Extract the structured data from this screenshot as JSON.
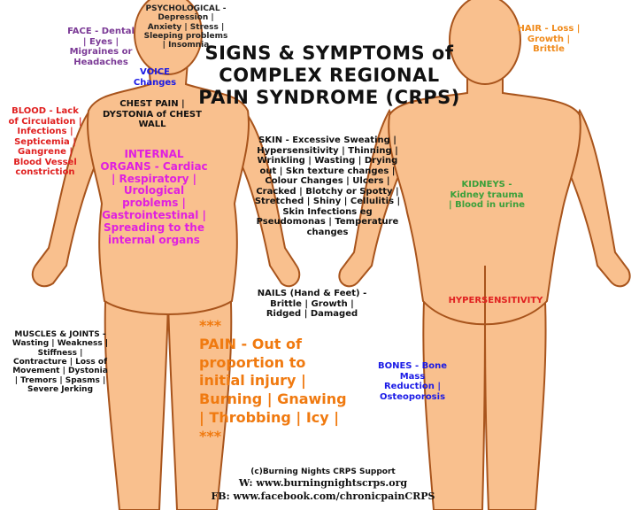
{
  "title": [
    "SIGNS & SYMPTOMS of",
    "COMPLEX REGIONAL",
    "PAIN SYNDROME (CRPS)"
  ],
  "labels": {
    "psychological": "PSYCHOLOGICAL - Depression | Anxiety | Stress | Sleeping problems | Insomnia",
    "face": "FACE - Dental | Eyes | Migraines or Headaches",
    "voice": "VOICE Changes",
    "blood": "BLOOD - Lack of Circulation | Infections | Septicemia | Gangrene | Blood Vessel constriction",
    "chest": "CHEST PAIN | DYSTONIA of CHEST WALL",
    "internal": "INTERNAL ORGANS - Cardiac | Respiratory | Urological problems | Gastrointestinal | Spreading to the internal organs",
    "skin": "SKIN - Excessive Sweating | Hypersensitivity | Thinning | Wrinkling | Wasting | Drying out | Skn texture changes | Colour Changes | Ulcers | Cracked | Blotchy or Spotty | Stretched | Shiny | Cellulitis | Skin Infections eg Pseudomonas | Temperature changes",
    "hair": "HAIR - Loss | Growth | Brittle",
    "kidneys": "KIDNEYS - Kidney trauma | Blood in urine",
    "nails": "NAILS (Hand & Feet) - Brittle | Growth | Ridged | Damaged",
    "hypersensitivity": "HYPERSENSITIVITY",
    "muscles": "MUSCLES & JOINTS - Wasting | Weakness | Stiffness | Contracture | Loss of Movement | Dystonia | Tremors | Spasms | Severe Jerking",
    "pain_stars_top": "***",
    "pain": "PAIN - Out of proportion to initial injury | Burning | Gnawing | Throbbing | Icy |",
    "pain_stars_bottom": "***",
    "bones": "BONES - Bone Mass Reduction | Osteoporosis"
  },
  "credits": {
    "copyright": "(c)Burning Nights CRPS Support",
    "web": "W: www.burningnightscrps.org",
    "fb": "FB: www.facebook.com/chronicpainCRPS"
  },
  "colors": {
    "skin": "#f9c08e",
    "outline": "#a8541c",
    "face": "#7b3a96",
    "voice": "#1a1ae6",
    "blood": "#e02020",
    "internal": "#e020e0",
    "hair": "#f08a1a",
    "kidneys": "#3aa03a",
    "hyper": "#e02020",
    "pain": "#f07a10",
    "bones": "#1a1ae6"
  }
}
